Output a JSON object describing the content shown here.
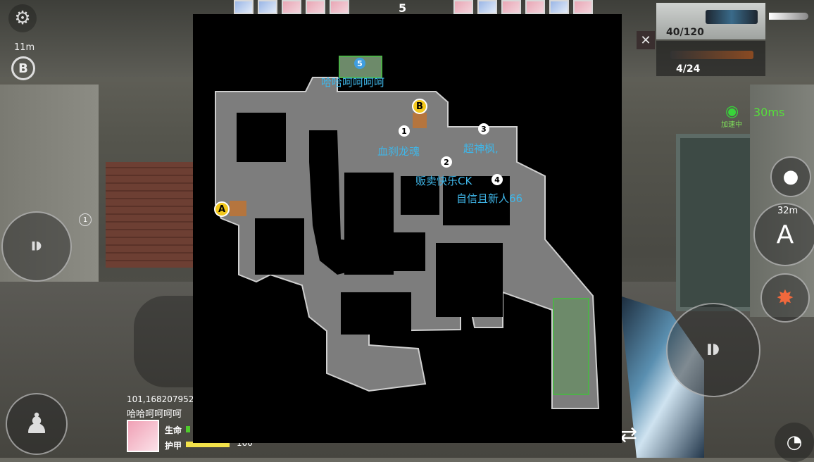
{
  "top": {
    "score": "5",
    "left_team_avatars": 5,
    "right_team_avatars": 6
  },
  "hud_left": {
    "b_distance": "11m",
    "b_label": "B",
    "marker_1": "1",
    "player_stats": "101,168207952",
    "player_name": "哈哈呵呵呵呵",
    "hp_label": "生命",
    "armor_label": "护甲",
    "armor_value": "100",
    "hp_fill": 0.1,
    "armor_fill": 1.0
  },
  "hud_right": {
    "primary_ammo": "40/120",
    "secondary_ammo": "4/24",
    "ping": "30ms",
    "accel_label": "加速中",
    "a_distance": "32m",
    "a_label": "A",
    "close_glyph": "✕"
  },
  "minimap": {
    "site_a": "A",
    "site_b": "B",
    "players": [
      {
        "num": "5",
        "name": "哈哈呵呵呵呵",
        "self": true
      },
      {
        "num": "1",
        "name": "血刹龙魂"
      },
      {
        "num": "3",
        "name": "超神枫,"
      },
      {
        "num": "2",
        "name": "贩卖快乐CK"
      },
      {
        "num": "4",
        "name": "自信且新人66"
      }
    ]
  },
  "colors": {
    "map_floor": "#7d7d7d",
    "map_bg": "#000000",
    "player_label": "#3fb6e8",
    "site_marker": "#f2c81c",
    "ping_green": "#55e03a"
  },
  "icons": [
    "settings-icon",
    "close-icon",
    "wifi-icon",
    "grenade-icon",
    "jump-icon",
    "skill-icon",
    "fire-icon",
    "crouch-icon",
    "swap-icon",
    "satellite-icon"
  ]
}
